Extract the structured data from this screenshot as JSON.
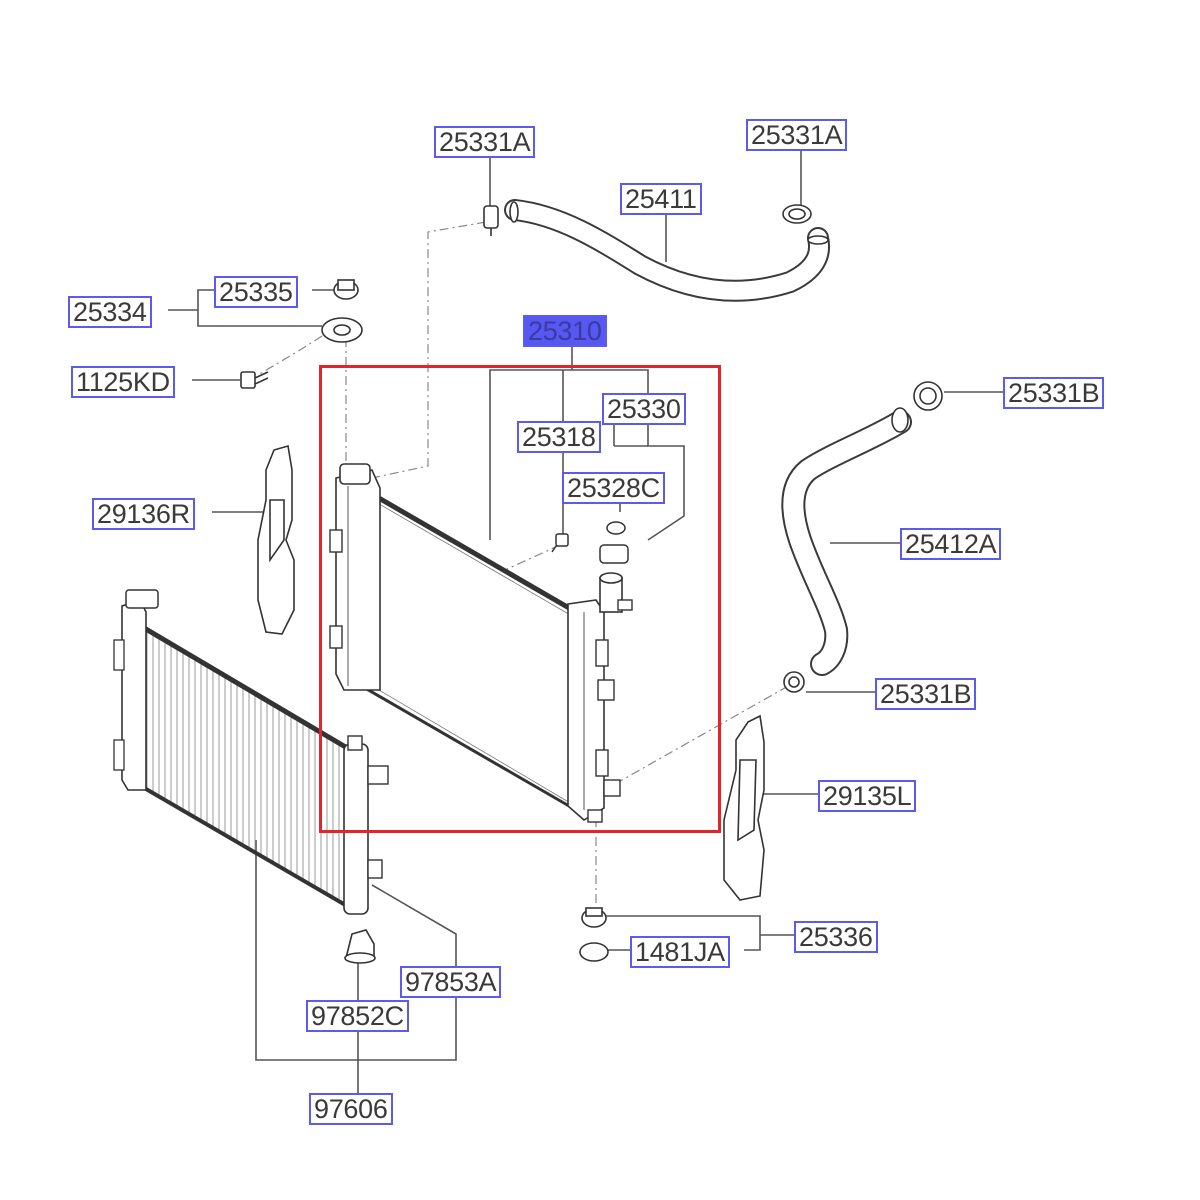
{
  "labels": {
    "l25331A_top": "25331A",
    "l25331A_right": "25331A",
    "l25411": "25411",
    "l25335": "25335",
    "l25334": "25334",
    "l25310": "25310",
    "l1125KD": "1125KD",
    "l25330": "25330",
    "l25331B_top": "25331B",
    "l25318": "25318",
    "l25328C": "25328C",
    "l29136R": "29136R",
    "l25412A": "25412A",
    "l25331B_mid": "25331B",
    "l29135L": "29135L",
    "l25336": "25336",
    "l1481JA": "1481JA",
    "l97853A": "97853A",
    "l97852C": "97852C",
    "l97606": "97606"
  },
  "colors": {
    "label_border": "#5b5bf0",
    "selected_fill": "#5757f2",
    "highlight_box": "#e0262a",
    "line": "#555555"
  },
  "selected_part": "25310"
}
